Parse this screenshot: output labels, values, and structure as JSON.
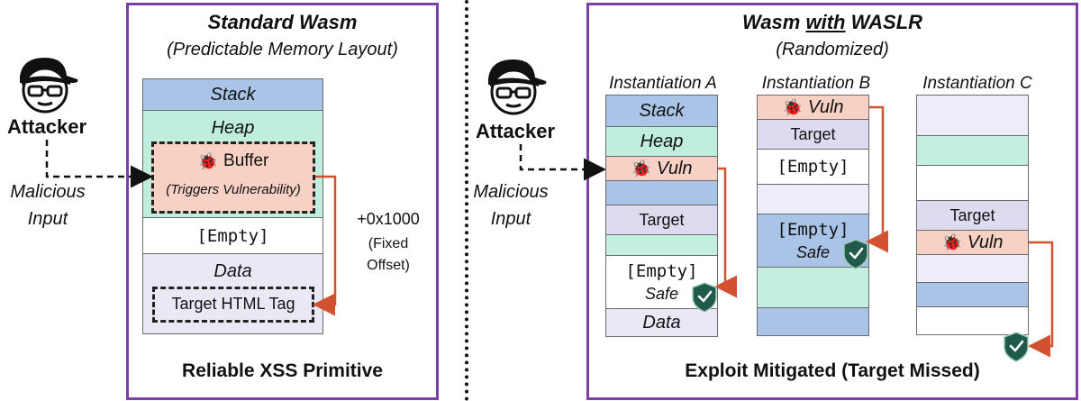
{
  "left": {
    "attacker_label": "Attacker",
    "input_label_1": "Malicious",
    "input_label_2": "Input",
    "panel_title": "Standard Wasm",
    "panel_subtitle": "(Predictable Memory Layout)",
    "segments": {
      "stack": "Stack",
      "heap": "Heap",
      "buffer": "Buffer",
      "buffer_note": "(Triggers Vulnerability)",
      "empty": "[Empty]",
      "data": "Data",
      "target": "Target HTML Tag"
    },
    "offset_1": "+0x1000",
    "offset_2": "(Fixed",
    "offset_3": "Offset)",
    "footer": "Reliable XSS Primitive"
  },
  "right": {
    "attacker_label": "Attacker",
    "input_label_1": "Malicious",
    "input_label_2": "Input",
    "panel_title_pre": "Wasm ",
    "panel_title_with": "with",
    "panel_title_post": " WASLR",
    "panel_subtitle": "(Randomized)",
    "instances": [
      {
        "title": "Instantiation A"
      },
      {
        "title": "Instantiation B"
      },
      {
        "title": "Instantiation C"
      }
    ],
    "a": {
      "stack": "Stack",
      "heap": "Heap",
      "vuln": "Vuln",
      "target": "Target",
      "empty": "[Empty]",
      "safe": "Safe",
      "data": "Data"
    },
    "b": {
      "vuln": "Vuln",
      "target": "Target",
      "empty1": "[Empty]",
      "empty2": "[Empty]",
      "safe": "Safe"
    },
    "c": {
      "target": "Target",
      "vuln": "Vuln"
    },
    "footer": "Exploit Mitigated (Target Missed)"
  },
  "colors": {
    "panel_border": "#7a3fa8",
    "arrow": "#d2522f",
    "stack": "#a9c4e6",
    "heap": "#bfeedd",
    "vuln": "#f6d1c4",
    "shield": "#1f5a4a"
  },
  "icons": [
    "attacker-icon",
    "bug-icon",
    "shield-check-icon"
  ]
}
